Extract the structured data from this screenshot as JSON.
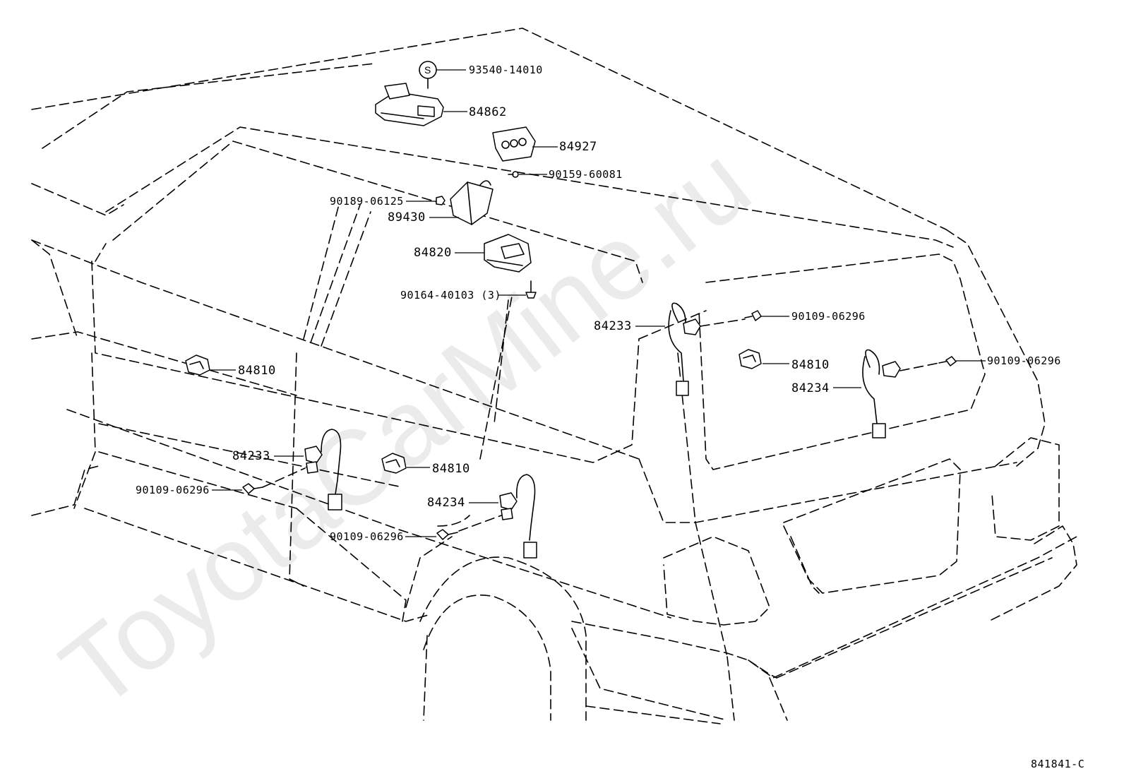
{
  "watermark": "ToyotaCarMine.ru",
  "figure_code": "841841-C",
  "s_symbol": "S",
  "labels": {
    "p93540": "93540-14010",
    "p84862": "84862",
    "p84927": "84927",
    "p90159": "90159-60081",
    "p90189": "90189-06125",
    "p89430": "89430",
    "p84820": "84820",
    "p90164": "90164-40103 (3)",
    "p84233_right": "84233",
    "p90109_a": "90109-06296",
    "p84810_right": "84810",
    "p90109_b": "90109-06296",
    "p84234_right": "84234",
    "p84810_left": "84810",
    "p84233_left": "84233",
    "p90109_c": "90109-06296",
    "p84810_mid": "84810",
    "p84234_left": "84234",
    "p90109_d": "90109-06296"
  }
}
